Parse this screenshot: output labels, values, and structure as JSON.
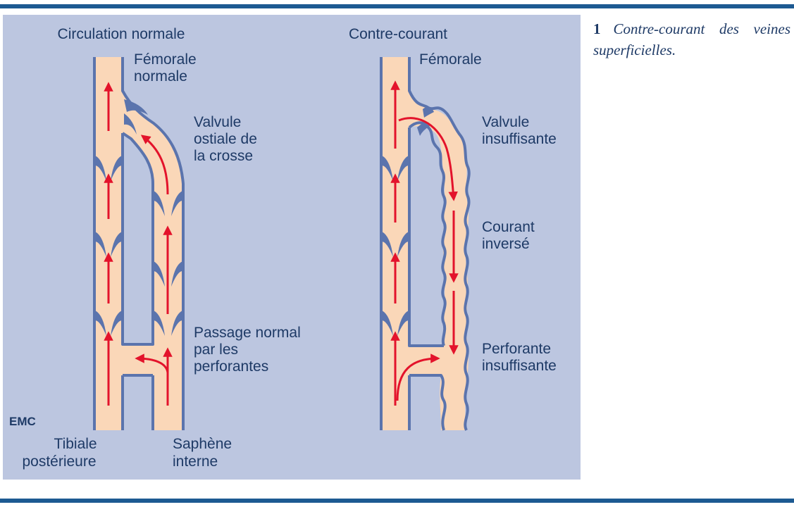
{
  "figure": {
    "panels": [
      {
        "title": "Circulation normale",
        "labels": {
          "femoral": [
            "Fémorale",
            "normale"
          ],
          "valve": [
            "Valvule",
            "ostiale de",
            "la crosse"
          ],
          "perforator": [
            "Passage normal",
            "par les",
            "perforantes"
          ],
          "left_vein": [
            "Tibiale",
            "postérieure"
          ],
          "right_vein": [
            "Saphène",
            "interne"
          ]
        }
      },
      {
        "title": "Contre-courant",
        "labels": {
          "femoral": [
            "Fémorale"
          ],
          "valve": [
            "Valvule",
            "insuffisante"
          ],
          "reverse": [
            "Courant",
            "inversé"
          ],
          "perforator": [
            "Perforante",
            "insuffisante"
          ]
        }
      }
    ],
    "logo": "EMC"
  },
  "caption": {
    "number": "1",
    "text": "Contre-courant des veines superficielles."
  },
  "colors": {
    "background": "#bcc6e0",
    "vein": "#fad7b8",
    "wall": "#5b74ad",
    "arrow": "#e3132b",
    "rule": "#1d5a92",
    "text": "#1e3a66"
  }
}
